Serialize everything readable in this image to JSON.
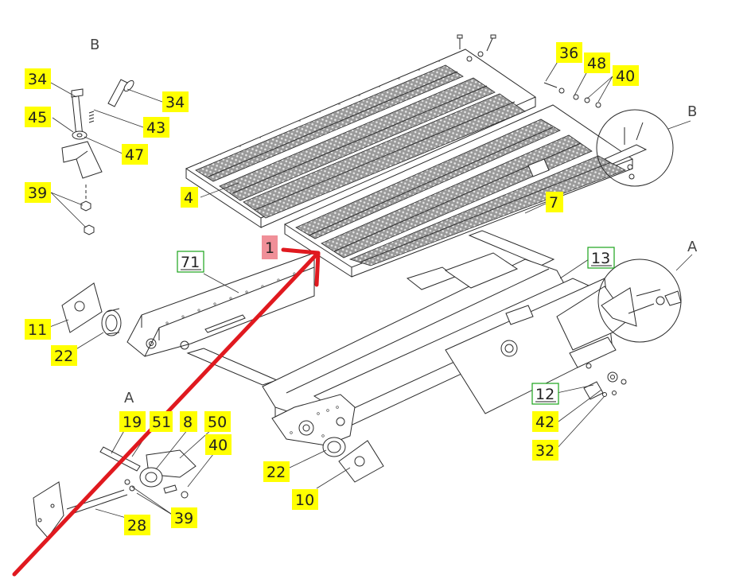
{
  "section_markers": [
    "B",
    "B",
    "A",
    "A"
  ],
  "callouts": [
    {
      "id": "c34a",
      "text": "34",
      "style": "yellow"
    },
    {
      "id": "c45",
      "text": "45",
      "style": "yellow"
    },
    {
      "id": "c39a",
      "text": "39",
      "style": "yellow"
    },
    {
      "id": "c34b",
      "text": "34",
      "style": "yellow"
    },
    {
      "id": "c43",
      "text": "43",
      "style": "yellow"
    },
    {
      "id": "c47",
      "text": "47",
      "style": "yellow"
    },
    {
      "id": "c4",
      "text": "4",
      "style": "yellow"
    },
    {
      "id": "c1",
      "text": "1",
      "style": "red"
    },
    {
      "id": "c71",
      "text": "71",
      "style": "green"
    },
    {
      "id": "c36",
      "text": "36",
      "style": "yellow"
    },
    {
      "id": "c48",
      "text": "48",
      "style": "yellow"
    },
    {
      "id": "c40a",
      "text": "40",
      "style": "yellow"
    },
    {
      "id": "c7",
      "text": "7",
      "style": "yellow"
    },
    {
      "id": "c13",
      "text": "13",
      "style": "green"
    },
    {
      "id": "c11",
      "text": "11",
      "style": "yellow"
    },
    {
      "id": "c22a",
      "text": "22",
      "style": "yellow"
    },
    {
      "id": "c12",
      "text": "12",
      "style": "green"
    },
    {
      "id": "c42",
      "text": "42",
      "style": "yellow"
    },
    {
      "id": "c32",
      "text": "32",
      "style": "yellow"
    },
    {
      "id": "c19",
      "text": "19",
      "style": "yellow"
    },
    {
      "id": "c51",
      "text": "51",
      "style": "yellow"
    },
    {
      "id": "c8",
      "text": "8",
      "style": "yellow"
    },
    {
      "id": "c50",
      "text": "50",
      "style": "yellow"
    },
    {
      "id": "c40b",
      "text": "40",
      "style": "yellow"
    },
    {
      "id": "c22b",
      "text": "22",
      "style": "yellow"
    },
    {
      "id": "c10",
      "text": "10",
      "style": "yellow"
    },
    {
      "id": "c28",
      "text": "28",
      "style": "yellow"
    },
    {
      "id": "c39b",
      "text": "39",
      "style": "yellow"
    }
  ],
  "colors": {
    "highlight_yellow": "#ffff00",
    "highlight_red": "#f08f98",
    "frame_green": "#1aa31a",
    "arrow_red": "#e0191f",
    "line": "#2a2a2a"
  }
}
